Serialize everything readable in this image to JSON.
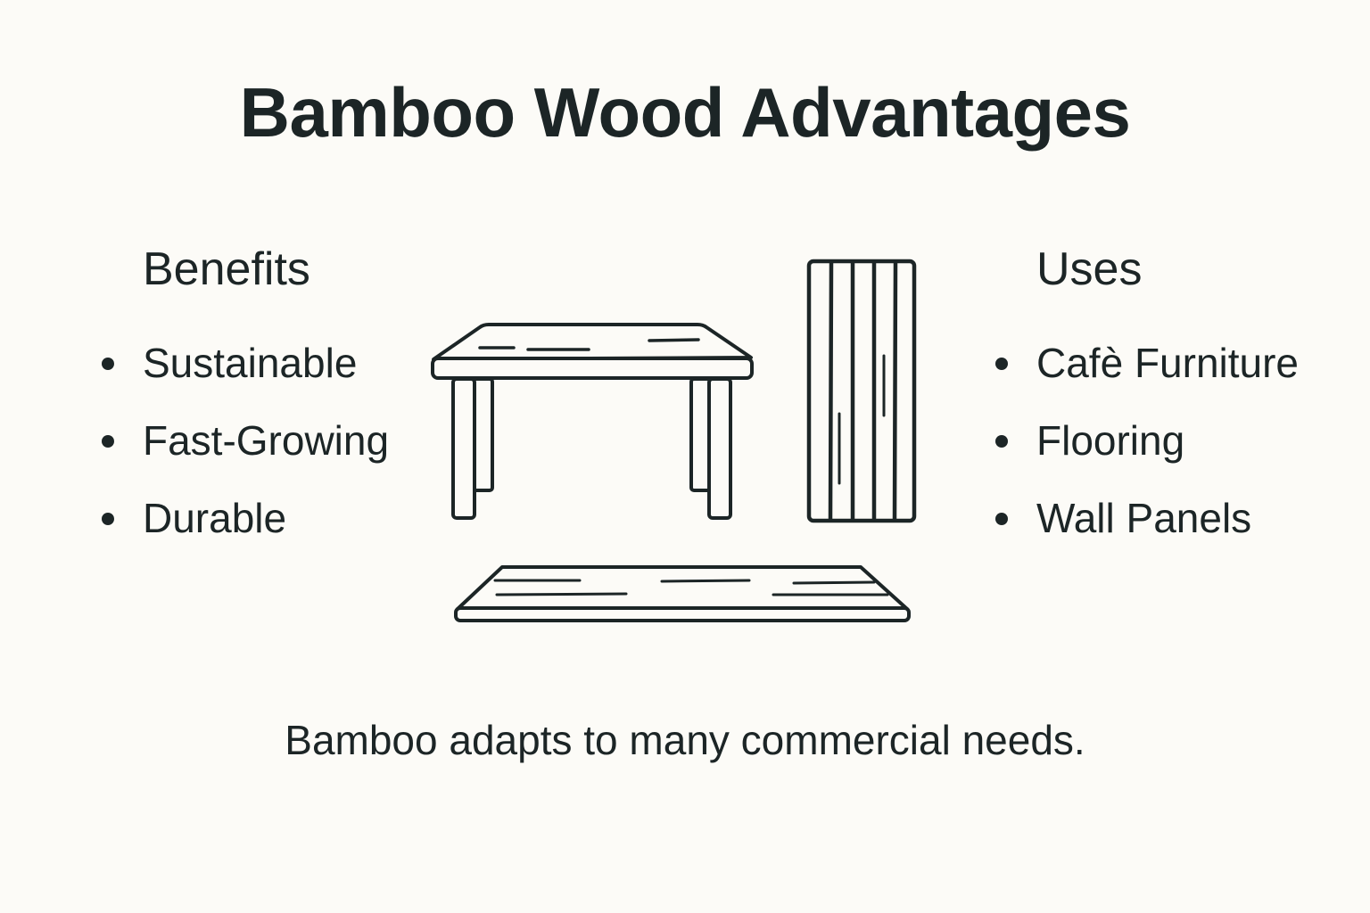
{
  "title": "Bamboo Wood Advantages",
  "benefits": {
    "heading": "Benefits",
    "items": [
      {
        "label": "Sustainable"
      },
      {
        "label": "Fast-Growing"
      },
      {
        "label": "Durable"
      }
    ]
  },
  "uses": {
    "heading": "Uses",
    "items": [
      {
        "label": "Cafè Furniture"
      },
      {
        "label": "Flooring"
      },
      {
        "label": "Wall Panels"
      }
    ]
  },
  "illustrations": [
    {
      "icon": "table-icon"
    },
    {
      "icon": "wall-panel-icon"
    },
    {
      "icon": "floor-plank-icon"
    }
  ],
  "caption": "Bamboo adapts to many commercial needs.",
  "colors": {
    "background": "#fcfbf7",
    "ink": "#1c2526"
  }
}
